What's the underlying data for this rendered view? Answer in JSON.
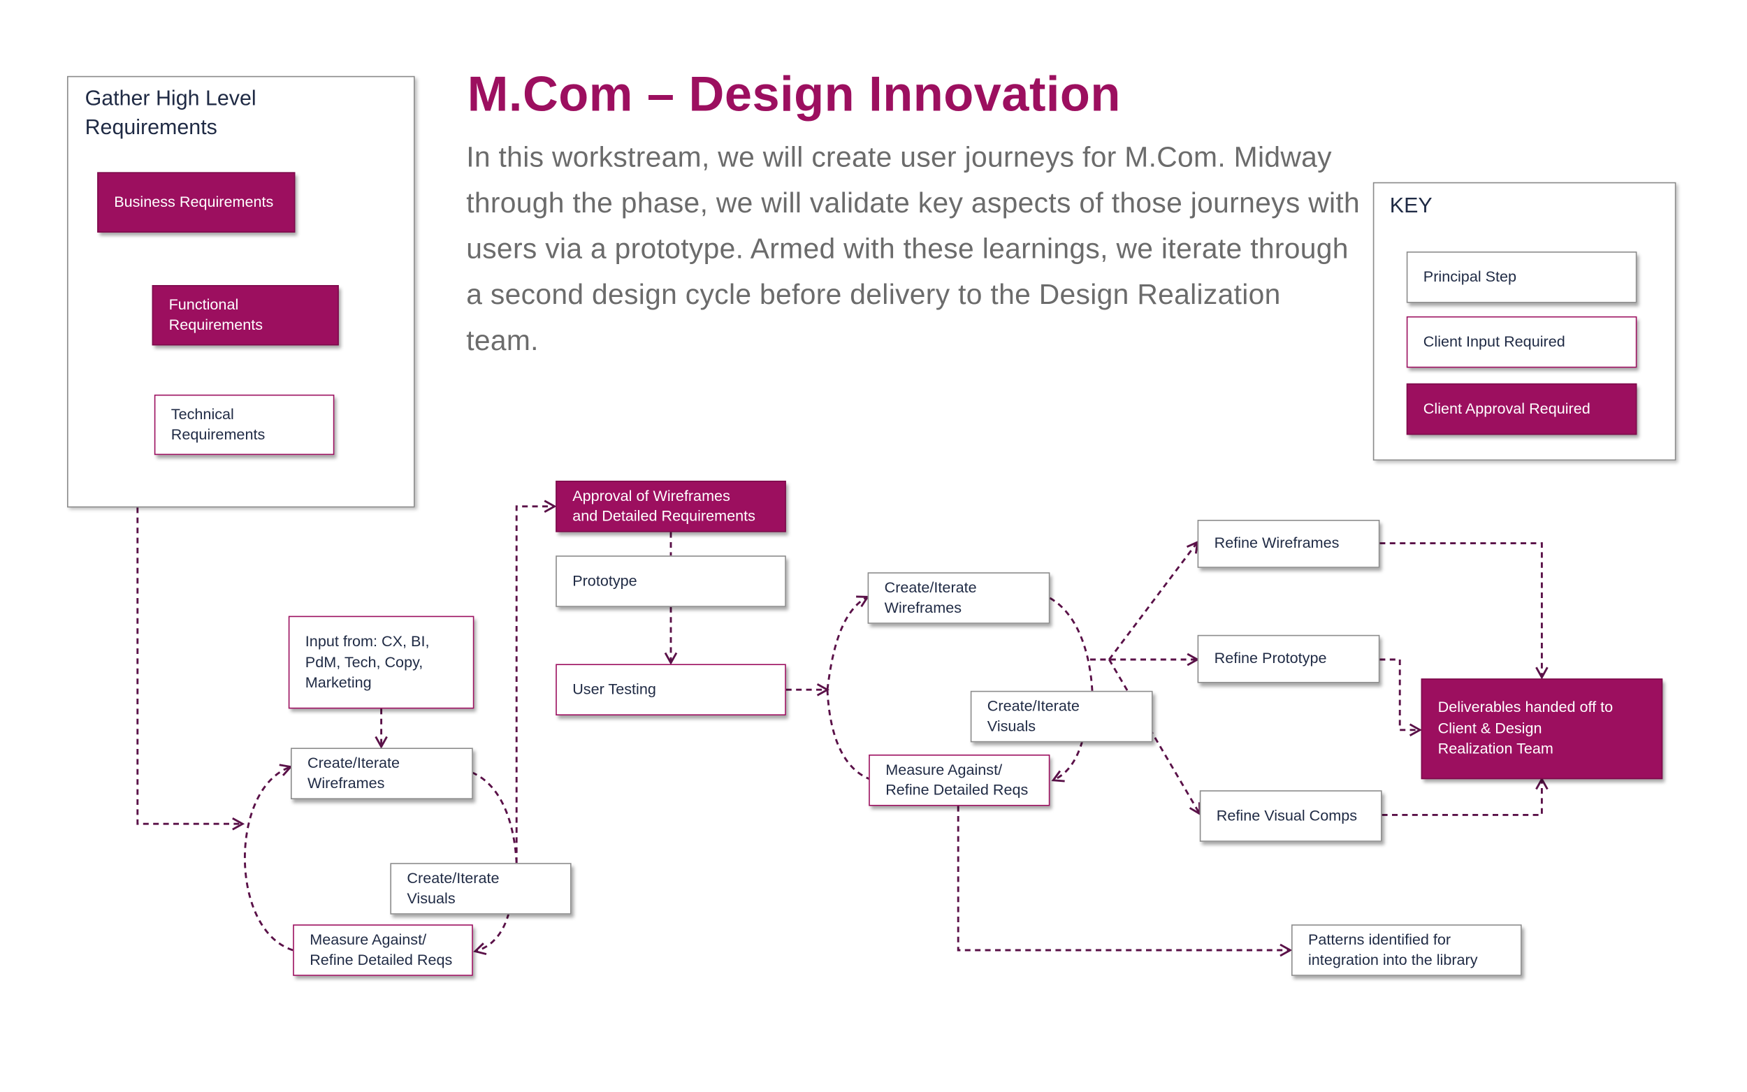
{
  "title": "M.Com – Design Innovation",
  "intro": "In this workstream, we will create user journeys for  M.Com. Midway through the phase, we will validate key aspects of those journeys with users via a prototype. Armed with these learnings, we iterate through a second design cycle before delivery to the Design Realization team.",
  "requirements_panel": {
    "title": "Gather High Level\nRequirements",
    "business": "Business Requirements",
    "functional": "Functional\nRequirements",
    "technical": "Technical\nRequirements"
  },
  "key": {
    "title": "KEY",
    "principal": "Principal Step",
    "client_input": "Client Input Required",
    "client_approval": "Client Approval Required"
  },
  "cycle1": {
    "input_from": "Input from: CX, BI,\nPdM, Tech, Copy,\nMarketing",
    "wireframes": "Create/Iterate\nWireframes",
    "visuals": "Create/Iterate\nVisuals",
    "measure": "Measure Against/\nRefine Detailed Reqs"
  },
  "validation": {
    "approval": "Approval of Wireframes\nand Detailed Requirements",
    "prototype": "Prototype",
    "user_testing": "User Testing"
  },
  "cycle2": {
    "wireframes": "Create/Iterate\nWireframes",
    "visuals": "Create/Iterate\nVisuals",
    "measure": "Measure Against/\nRefine Detailed Reqs"
  },
  "refine": {
    "wireframes": "Refine Wireframes",
    "prototype": "Refine Prototype",
    "visual_comps": "Refine Visual Comps"
  },
  "deliverables": "Deliverables handed off to\nClient &  Design\nRealization Team",
  "patterns": "Patterns identified for\nintegration into the library",
  "colors": {
    "brand": "#9c0f5f",
    "connector": "#5a1148",
    "intro_text": "#6b6b6b",
    "box_text": "#1f2a44"
  }
}
